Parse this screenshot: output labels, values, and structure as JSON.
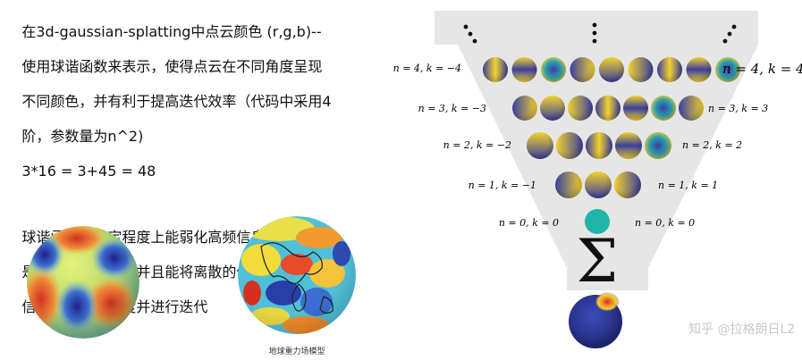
{
  "text": {
    "paragraph1_lines": [
      "在3d-gaussian-splatting中点云颜色 (r,g,b)--",
      "使用球谐函数来表示，使得点云在不同角度呈现",
      "不同颜色，并有利于提高迭代效率（代码中采用4",
      "阶，参数量为n^2)",
      "3*16 = 3+45 = 48"
    ],
    "paragraph2_lines": [
      "球谐函数在一定程度上能弱化高频信息，本质上",
      "是一种有损压缩。并且能将离散的信息变为连续",
      "信息，可计算梯度并进行迭代"
    ]
  },
  "earth_caption": "地球重力场模型",
  "diagram": {
    "left_labels": [
      "n = 4, k = −4",
      "n = 3, k = −3",
      "n = 2, k = −2",
      "n = 1, k = −1",
      "n = 0, k = 0"
    ],
    "right_labels": [
      "n = 4, k = 4",
      "n = 3, k = 3",
      "n = 2, k = 2",
      "n = 1, k = 1",
      "n = 0, k = 0"
    ],
    "sum_symbol": "Σ",
    "colors": {
      "funnel": "#e6e6e6",
      "blue": "#3a3f9e",
      "yellow": "#f2d22e",
      "teal": "#1fb5a8",
      "red": "#d7301f"
    }
  },
  "watermark": "知乎 @拉格朗日L2"
}
